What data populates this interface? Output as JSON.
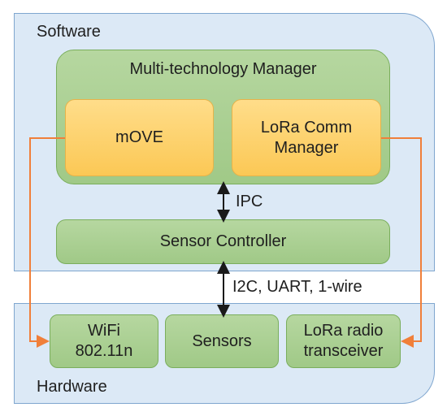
{
  "software": {
    "label": "Software",
    "manager": {
      "title": "Multi-technology Manager",
      "move": "mOVE",
      "lora_comm": "LoRa Comm Manager"
    },
    "ipc_label": "IPC",
    "sensor_controller": "Sensor Controller"
  },
  "bus_label": "I2C, UART, 1-wire",
  "hardware": {
    "label": "Hardware",
    "wifi": "WiFi 802.11n",
    "sensors": "Sensors",
    "lora_radio": "LoRa radio transceiver"
  },
  "colors": {
    "panel": "#dce9f6",
    "green_box": "#a9cf90",
    "orange_box": "#fcd06a",
    "orange_line": "#f07f3a",
    "arrow": "#1a1a1a"
  }
}
